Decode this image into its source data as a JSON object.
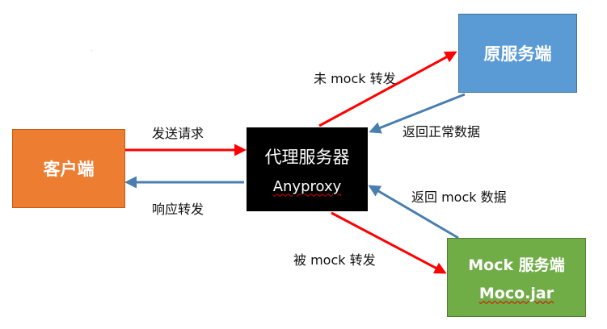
{
  "nodes": {
    "client": "客户端",
    "proxy_title": "代理服务器",
    "proxy_sub": "Anyproxy",
    "origin": "原服务端",
    "mock_title": "Mock 服务端",
    "mock_sub": "Moco.jar"
  },
  "edges": {
    "send_request": "发送请求",
    "respond_forward": "响应转发",
    "not_mock_forward": "未 mock 转发",
    "return_normal": "返回正常数据",
    "return_mock": "返回 mock 数据",
    "mock_forward": "被 mock 转发"
  },
  "colors": {
    "forward_arrow": "#ff0000",
    "return_arrow": "#4a7eb0",
    "client": "#ed7d31",
    "proxy": "#000000",
    "origin": "#5b9bd5",
    "mock": "#70ad47"
  }
}
